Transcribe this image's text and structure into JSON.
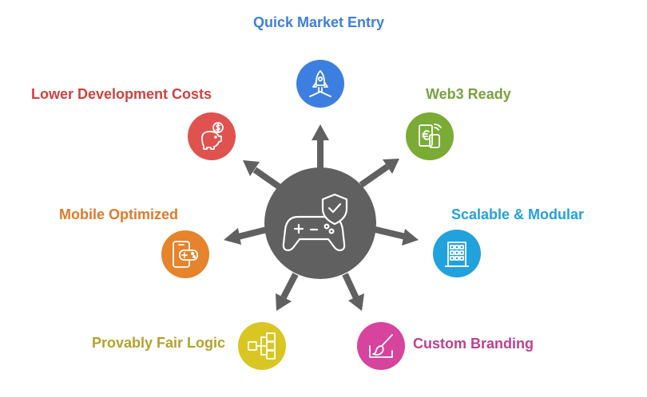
{
  "hub": {
    "icon": "gamepad-shield-icon",
    "color": "#606060"
  },
  "features": [
    {
      "id": "quick-market-entry",
      "label": "Quick Market Entry",
      "color": "#3d7fe0",
      "label_color": "#3d7fe0",
      "icon": "rocket-icon"
    },
    {
      "id": "web3-ready",
      "label": "Web3 Ready",
      "color": "#7aac35",
      "label_color": "#7aa040",
      "icon": "crypto-payment-icon"
    },
    {
      "id": "scalable-modular",
      "label": "Scalable & Modular",
      "color": "#22a2dc",
      "label_color": "#22a2dc",
      "icon": "building-icon"
    },
    {
      "id": "custom-branding",
      "label": "Custom Branding",
      "color": "#d6449d",
      "label_color": "#c23e8e",
      "icon": "paint-brush-icon"
    },
    {
      "id": "provably-fair-logic",
      "label": "Provably Fair Logic",
      "color": "#d9c622",
      "label_color": "#b5a22a",
      "icon": "flowchart-icon"
    },
    {
      "id": "mobile-optimized",
      "label": "Mobile Optimized",
      "color": "#e6832b",
      "label_color": "#e07a2c",
      "icon": "mobile-gamepad-icon"
    },
    {
      "id": "lower-development-costs",
      "label": "Lower Development Costs",
      "color": "#e0524f",
      "label_color": "#d0423f",
      "icon": "piggy-bank-icon"
    }
  ],
  "arrow_color": "#606060"
}
